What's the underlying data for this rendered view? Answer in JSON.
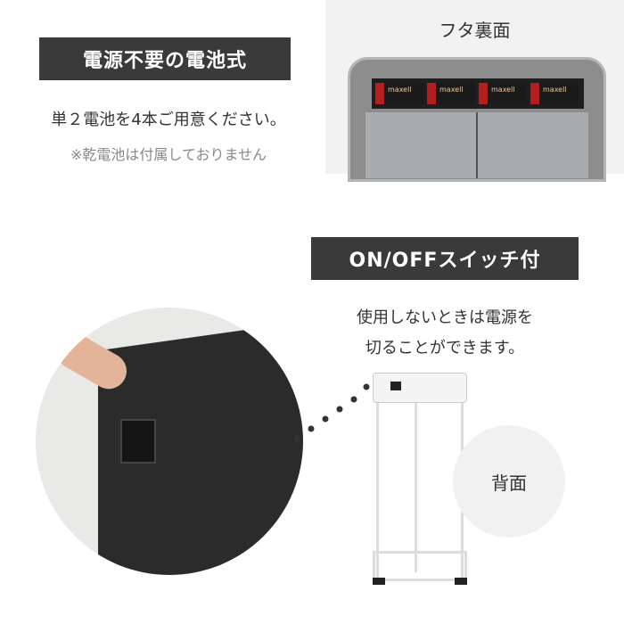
{
  "battery": {
    "badge": "電源不要の電池式",
    "desc": "単２電池を4本ご用意ください。",
    "note": "※乾電池は付属しておりません",
    "photo_caption": "フタ裏面",
    "battery_brand": "maxell"
  },
  "switch": {
    "badge": "ON/OFFスイッチ付",
    "desc_line1": "使用しないときは電源を",
    "desc_line2": "切ることができます。",
    "back_label": "背面"
  }
}
